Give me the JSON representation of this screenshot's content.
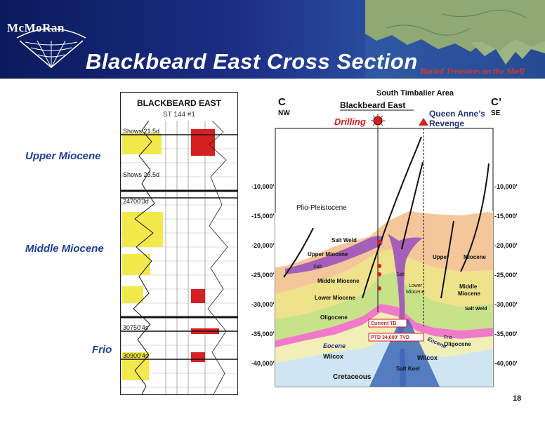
{
  "header": {
    "logo_text": "McMoRan",
    "title": "Blackbeard East Cross Section",
    "tagline": "Buried Treasures on the Shelf"
  },
  "side_labels": {
    "upper": "Upper Miocene",
    "middle": "Middle Miocene",
    "frio": "Frio"
  },
  "log": {
    "title": "BLACKBEARD EAST",
    "subtitle": "ST 144 #1",
    "markers": {
      "m1": "Shows 21.5d",
      "m2": "Shows 23.5d",
      "m3": "24700'3d",
      "m4": "30750'4s",
      "m5": "30900'4s"
    }
  },
  "section": {
    "area_title": "South Timbalier Area",
    "well_title": "Blackbeard East",
    "drilling_label": "Drilling",
    "qar_line1": "Queen Anne’s",
    "qar_line2": "Revenge",
    "left_end": "C",
    "left_dir": "NW",
    "right_end": "C’",
    "right_dir": "SE",
    "depths": [
      "-10,000'",
      "-15,000'",
      "-20,000'",
      "-25,000'",
      "-30,000'",
      "-35,000'",
      "-40,000'"
    ],
    "labels": {
      "plio": "Plio-Pleistocene",
      "salt_weld_l": "Salt Weld",
      "upper_miocene": "Upper Miocene",
      "salt_l": "Salt",
      "middle_miocene": "Middle Miocene",
      "lower_miocene": "Lower Miocene",
      "oligocene": "Oligocene",
      "eocene": "Eocene",
      "wilcox_l": "Wilcox",
      "cretaceous": "Cretaceous",
      "salt_c": "Salt",
      "lower_miocene_r1": "Lower",
      "lower_miocene_r2": "Miocene",
      "upper_r": "Upper",
      "miocene_r": "Miocene",
      "middle_r1": "Middle",
      "middle_r2": "Miocene",
      "salt_weld_r": "Salt Weld",
      "frio_r": "Frio",
      "oligocene_r": "Oligocene",
      "eocene_r": "Eocene",
      "wilcox_r": "Wilcox",
      "salt_keel": "Salt Keel",
      "current_td": "Current TD",
      "ptd": "PTD 34,000' TVD"
    }
  },
  "page_number": "18"
}
